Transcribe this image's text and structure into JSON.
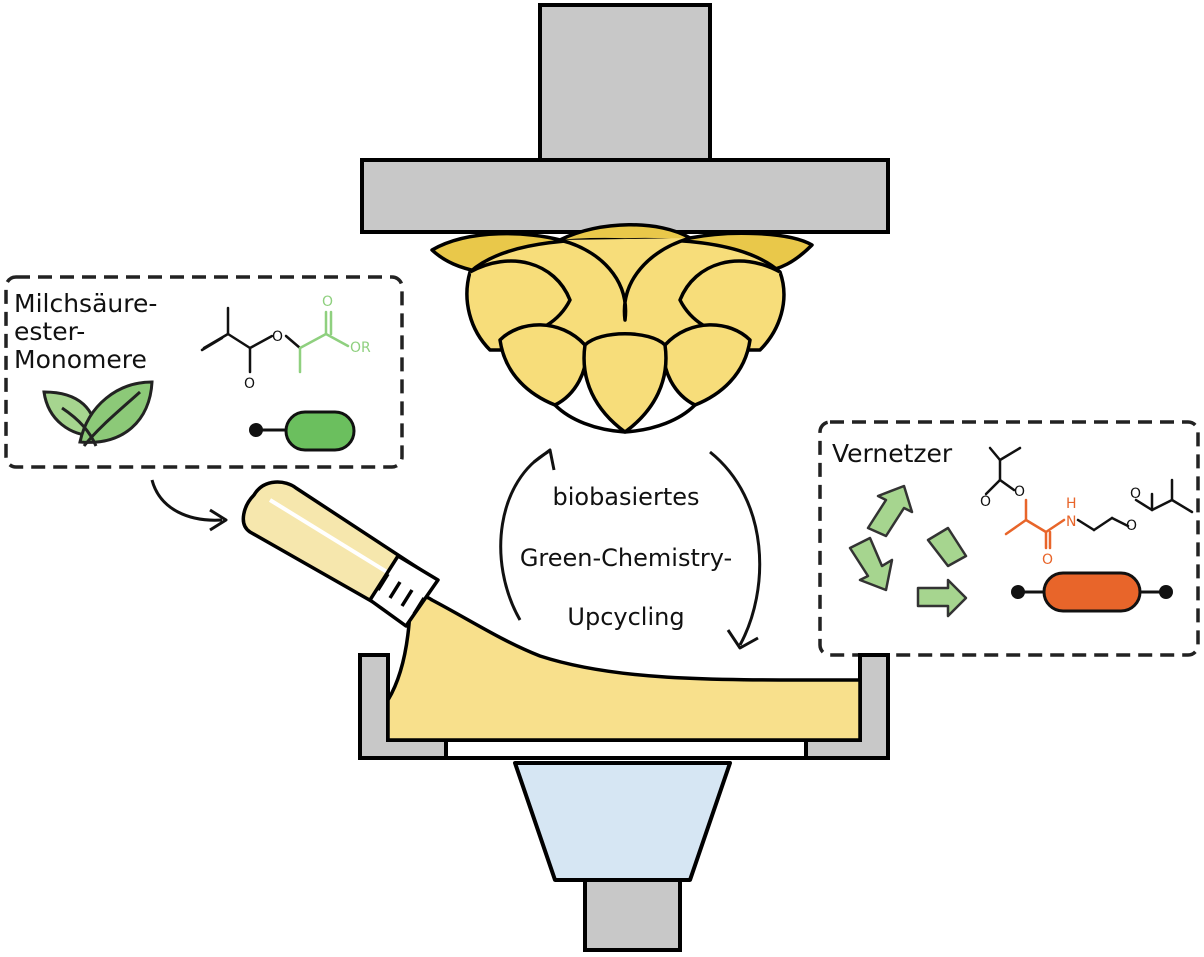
{
  "monomer_box": {
    "label_lines": [
      "Milchsäure-",
      "ester-",
      "Monomere"
    ],
    "chem_O": "O",
    "chem_OR": "OR",
    "colors": {
      "leaf": "#7fbf6a",
      "blob": "#6bbf5e",
      "ester": "#8fd07f"
    }
  },
  "crosslinker_box": {
    "label": "Vernetzer",
    "chem_O": "O",
    "chem_H": "H",
    "chem_N": "N",
    "colors": {
      "recycle": "#8fd07f",
      "blob": "#e8652a",
      "amide": "#e8652a"
    }
  },
  "cycle": {
    "line1": "biobasiertes",
    "line2": "Green-Chemistry-",
    "line3": "Upcycling"
  },
  "colors": {
    "resin": "#f8e08c",
    "printer_gray": "#c8c8c8",
    "hop": "#f7dd7a",
    "hop_dark": "#e9c84a",
    "projector": "#d6e6f3"
  }
}
